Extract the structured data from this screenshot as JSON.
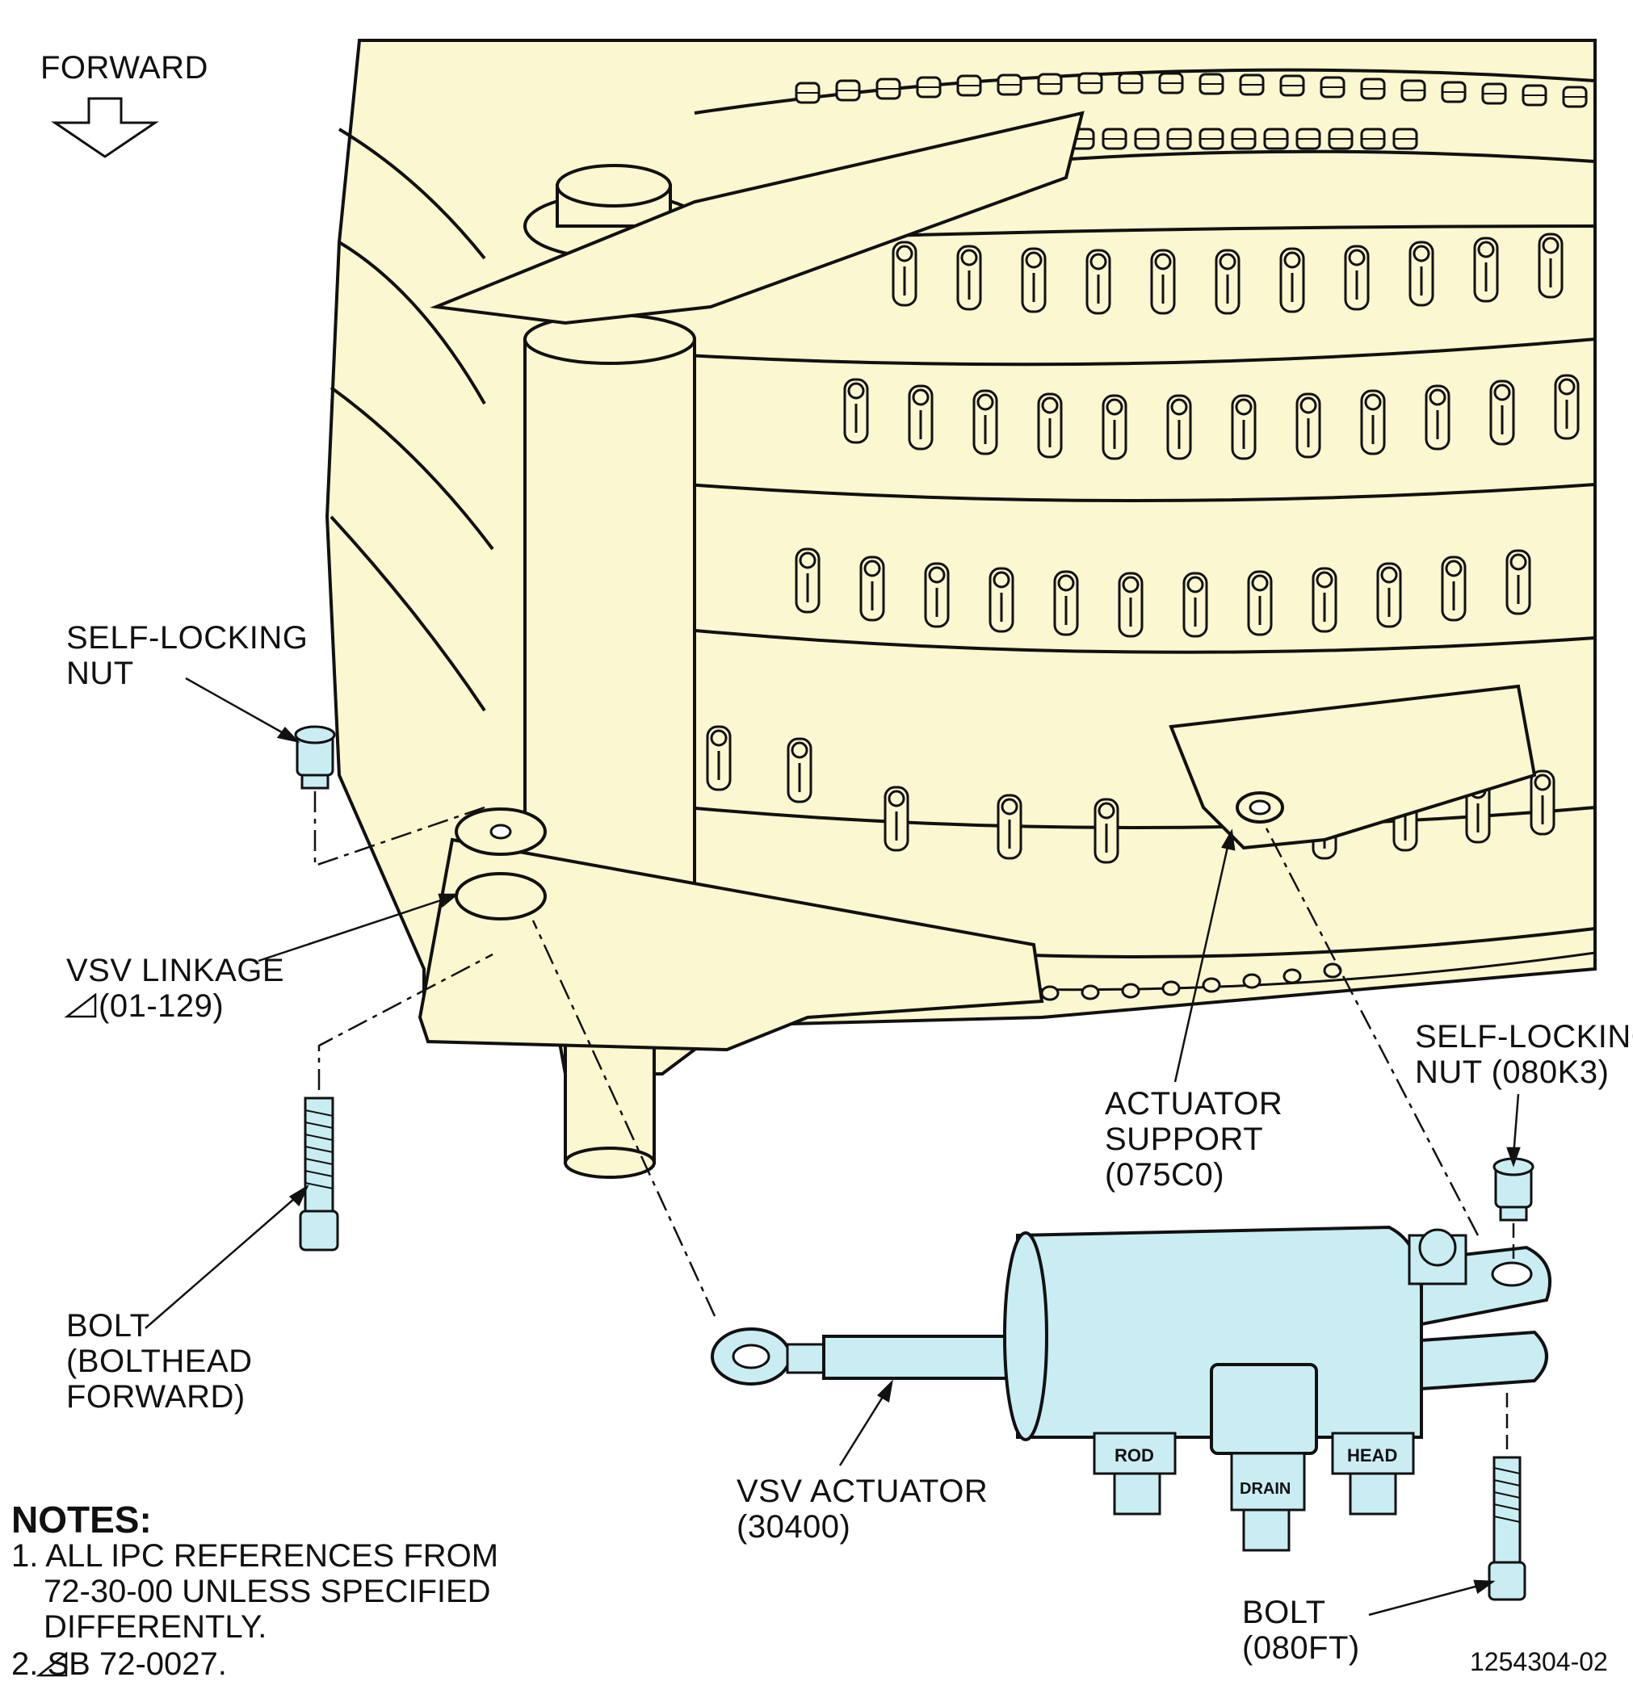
{
  "direction_label": "FORWARD",
  "callouts": {
    "self_locking_nut_left": [
      "SELF-LOCKING",
      "NUT"
    ],
    "vsv_linkage": [
      "VSV LINKAGE",
      "(01-129)"
    ],
    "bolt_left": [
      "BOLT",
      "(BOLTHEAD",
      "FORWARD)"
    ],
    "actuator_support": [
      "ACTUATOR",
      "SUPPORT",
      "(075C0)"
    ],
    "self_locking_nut_right": [
      "SELF-LOCKING",
      "NUT (080K3)"
    ],
    "vsv_actuator": [
      "VSV ACTUATOR",
      "(30400)"
    ],
    "bolt_right": [
      "BOLT",
      "(080FT)"
    ]
  },
  "port_labels": [
    "ROD",
    "DRAIN",
    "HEAD"
  ],
  "notes": {
    "title": "NOTES:",
    "items": [
      [
        "1. ALL IPC REFERENCES FROM",
        "72-30-00 UNLESS SPECIFIED",
        "DIFFERENTLY."
      ],
      [
        "2. SB 72-0027."
      ]
    ]
  },
  "figure_number": "1254304-02",
  "colors": {
    "engine_fill": "#fbf7d0",
    "actuator_fill": "#c9edf3",
    "line": "#111111"
  }
}
